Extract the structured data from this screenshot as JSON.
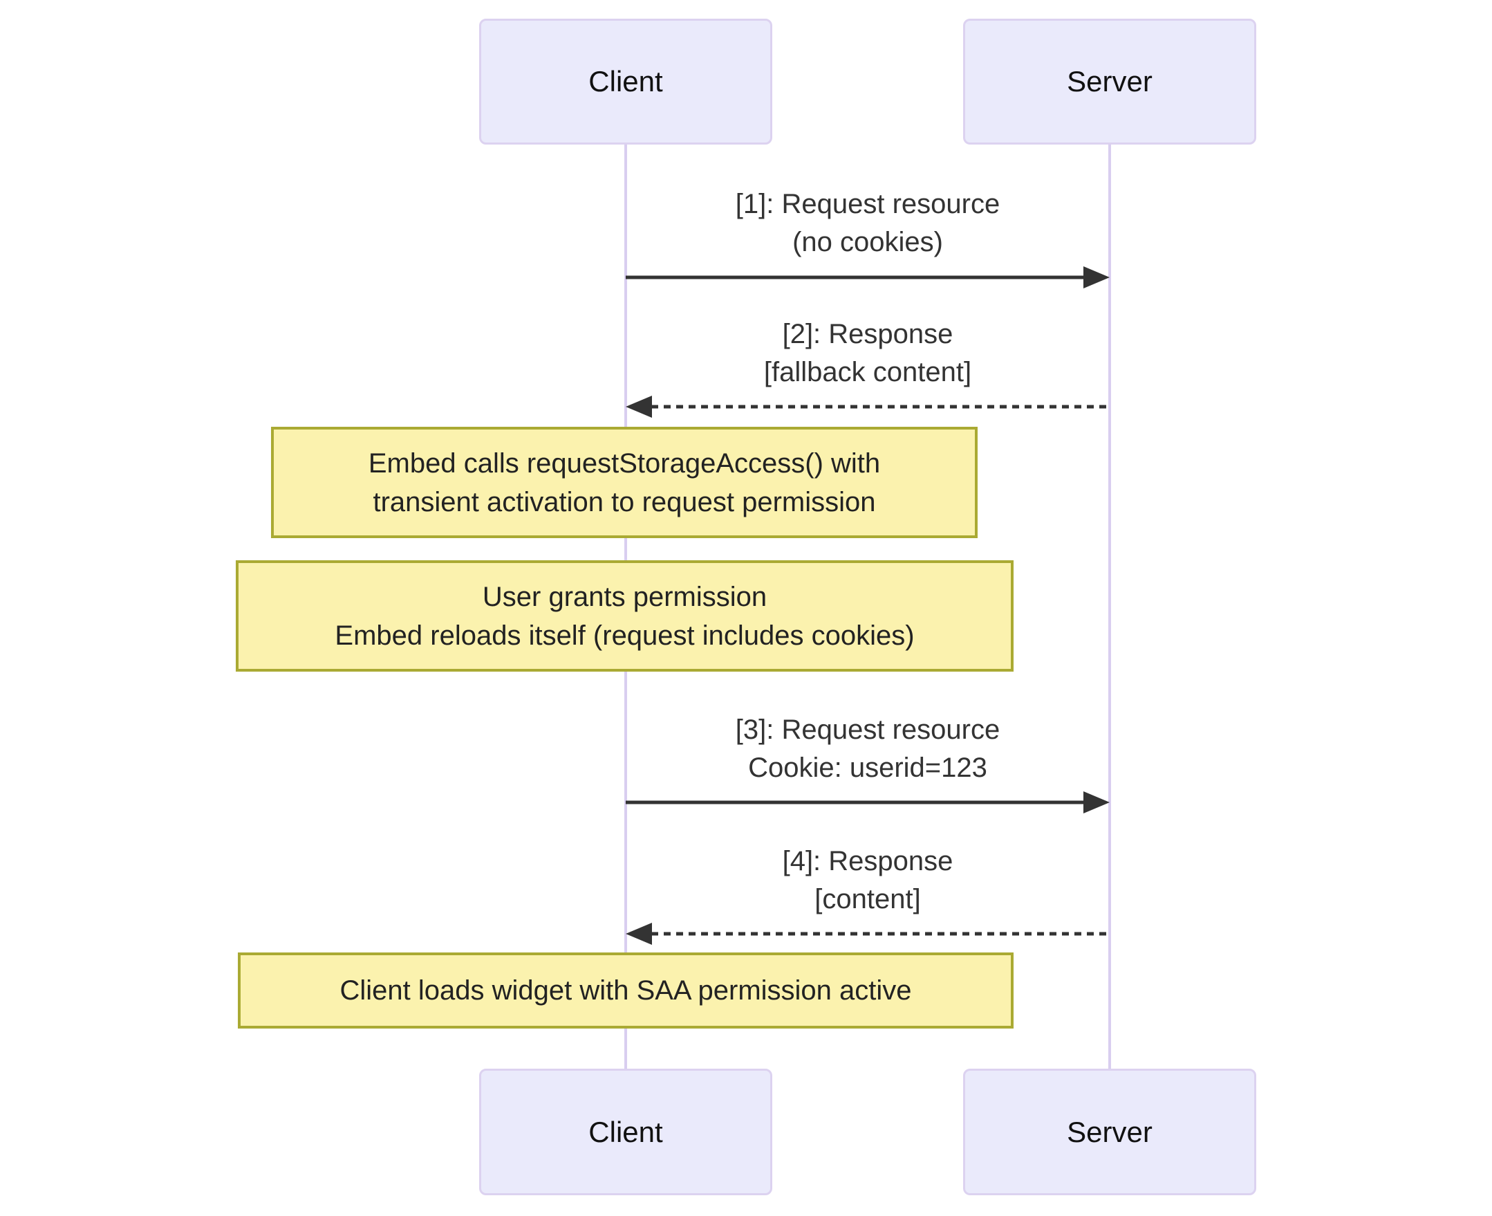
{
  "background_color": "#ffffff",
  "actors": [
    {
      "id": "client",
      "label": "Client"
    },
    {
      "id": "server",
      "label": "Server"
    }
  ],
  "messages": [
    {
      "seq": "1",
      "text_line1": "[1]: Request resource",
      "text_line2": "(no cookies)",
      "from": "client",
      "to": "server",
      "line_style": "solid"
    },
    {
      "seq": "2",
      "text_line1": "[2]: Response",
      "text_line2": "[fallback content]",
      "from": "server",
      "to": "client",
      "line_style": "dashed"
    },
    {
      "seq": "3",
      "text_line1": "[3]: Request resource",
      "text_line2": "Cookie: userid=123",
      "from": "client",
      "to": "server",
      "line_style": "solid"
    },
    {
      "seq": "4",
      "text_line1": "[4]: Response",
      "text_line2": "[content]",
      "from": "server",
      "to": "client",
      "line_style": "dashed"
    }
  ],
  "notes": [
    {
      "lines": [
        "Embed calls requestStorageAccess() with",
        "transient activation to request permission"
      ]
    },
    {
      "lines": [
        "User grants permission",
        "Embed reloads itself (request includes cookies)"
      ]
    },
    {
      "lines": [
        "Client loads widget with SAA permission active"
      ]
    }
  ],
  "colors": {
    "actor_fill": "#eaeafb",
    "actor_border": "#dcd2f0",
    "lifeline": "#d9cef0",
    "note_fill": "#fbf2ae",
    "note_border": "#aaaa33",
    "arrow": "#333333",
    "message_text": "#333333",
    "actor_text": "#111111"
  }
}
